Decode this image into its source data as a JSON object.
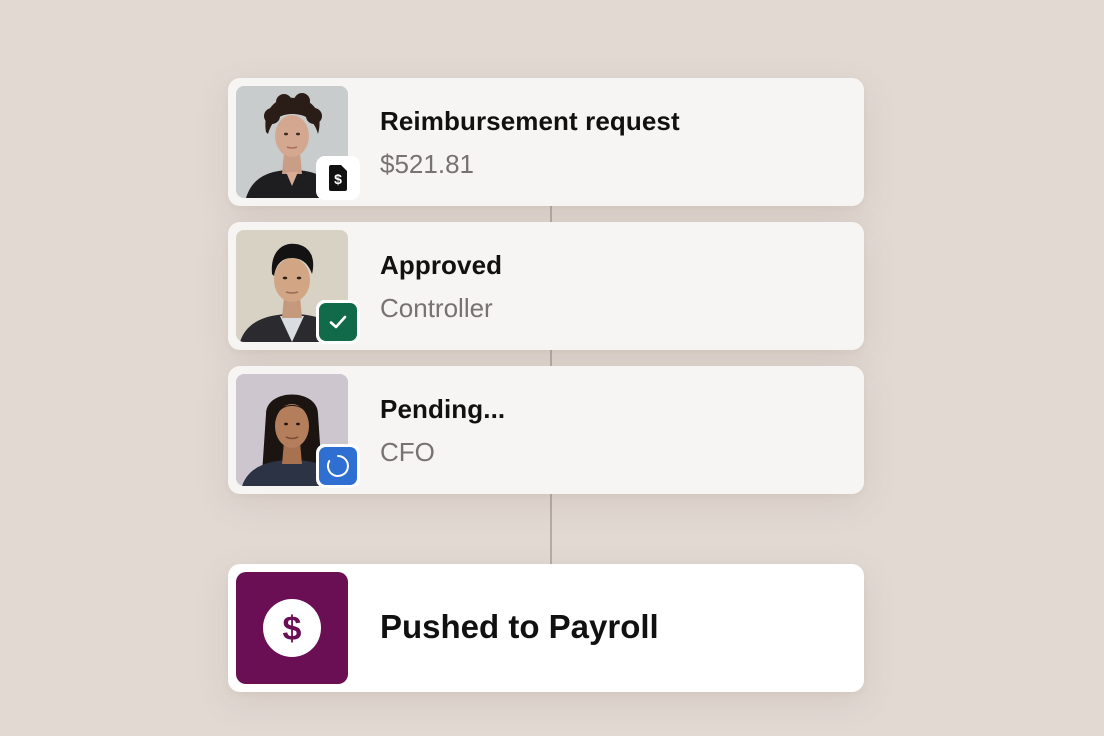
{
  "workflow": {
    "steps": [
      {
        "title": "Reimbursement request",
        "subtitle": "$521.81",
        "avatar": "woman-curly-hair-portrait",
        "badge": {
          "icon": "receipt-dollar-icon",
          "color": "#ffffff"
        }
      },
      {
        "title": "Approved",
        "subtitle": "Controller",
        "avatar": "man-dark-hair-portrait",
        "badge": {
          "icon": "check-icon",
          "color": "#116b4a"
        }
      },
      {
        "title": "Pending...",
        "subtitle": "CFO",
        "avatar": "woman-long-hair-portrait",
        "badge": {
          "icon": "spinner-icon",
          "color": "#2f6fd1"
        }
      }
    ],
    "final": {
      "title": "Pushed to Payroll",
      "icon": "dollar-circle-icon",
      "color": "#6b0f55"
    }
  },
  "colors": {
    "background": "#e2d9d3",
    "card": "#f7f5f3",
    "final_card": "#ffffff",
    "connector": "#b6aca5"
  }
}
